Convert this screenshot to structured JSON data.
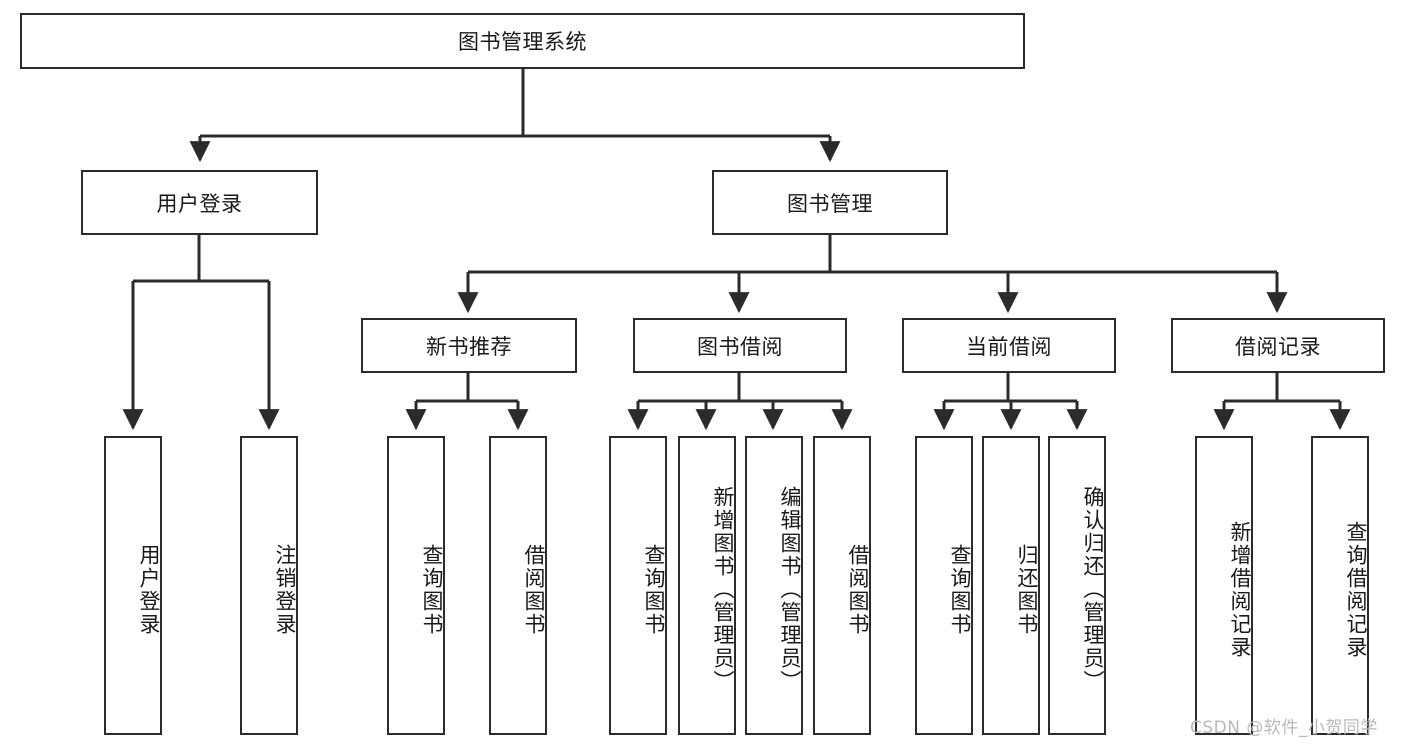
{
  "diagram": {
    "title": "图书管理系统",
    "type": "tree",
    "watermark": "CSDN @软件_小贺同学",
    "colors": {
      "stroke": "#2b2b2b",
      "fill": "#ffffff",
      "text": "#1a1a1a",
      "watermark": "#b9b9b9"
    },
    "nodes": {
      "root": {
        "label": "图书管理系统"
      },
      "level2": [
        {
          "id": "user-login",
          "label": "用户登录"
        },
        {
          "id": "book-manage",
          "label": "图书管理"
        }
      ],
      "level3": [
        {
          "id": "new-book-recommend",
          "label": "新书推荐"
        },
        {
          "id": "book-borrow",
          "label": "图书借阅"
        },
        {
          "id": "current-borrow",
          "label": "当前借阅"
        },
        {
          "id": "borrow-record",
          "label": "借阅记录"
        }
      ],
      "leaves": [
        {
          "id": "leaf-user-login",
          "label": "用户登录",
          "parent": "user-login"
        },
        {
          "id": "leaf-logout-login",
          "label": "注销登录",
          "parent": "user-login"
        },
        {
          "id": "leaf-query-book-1",
          "label": "查询图书",
          "parent": "new-book-recommend"
        },
        {
          "id": "leaf-borrow-book-1",
          "label": "借阅图书",
          "parent": "new-book-recommend"
        },
        {
          "id": "leaf-query-book-2",
          "label": "查询图书",
          "parent": "book-borrow"
        },
        {
          "id": "leaf-add-book",
          "label": "新增图书（管理员）",
          "parent": "book-borrow"
        },
        {
          "id": "leaf-edit-book",
          "label": "编辑图书（管理员）",
          "parent": "book-borrow"
        },
        {
          "id": "leaf-borrow-book-2",
          "label": "借阅图书",
          "parent": "book-borrow"
        },
        {
          "id": "leaf-query-book-3",
          "label": "查询图书",
          "parent": "current-borrow"
        },
        {
          "id": "leaf-return-book",
          "label": "归还图书",
          "parent": "current-borrow"
        },
        {
          "id": "leaf-confirm-return",
          "label": "确认归还（管理员）",
          "parent": "current-borrow"
        },
        {
          "id": "leaf-add-record",
          "label": "新增借阅记录",
          "parent": "borrow-record"
        },
        {
          "id": "leaf-query-record",
          "label": "查询借阅记录",
          "parent": "borrow-record"
        }
      ]
    }
  }
}
